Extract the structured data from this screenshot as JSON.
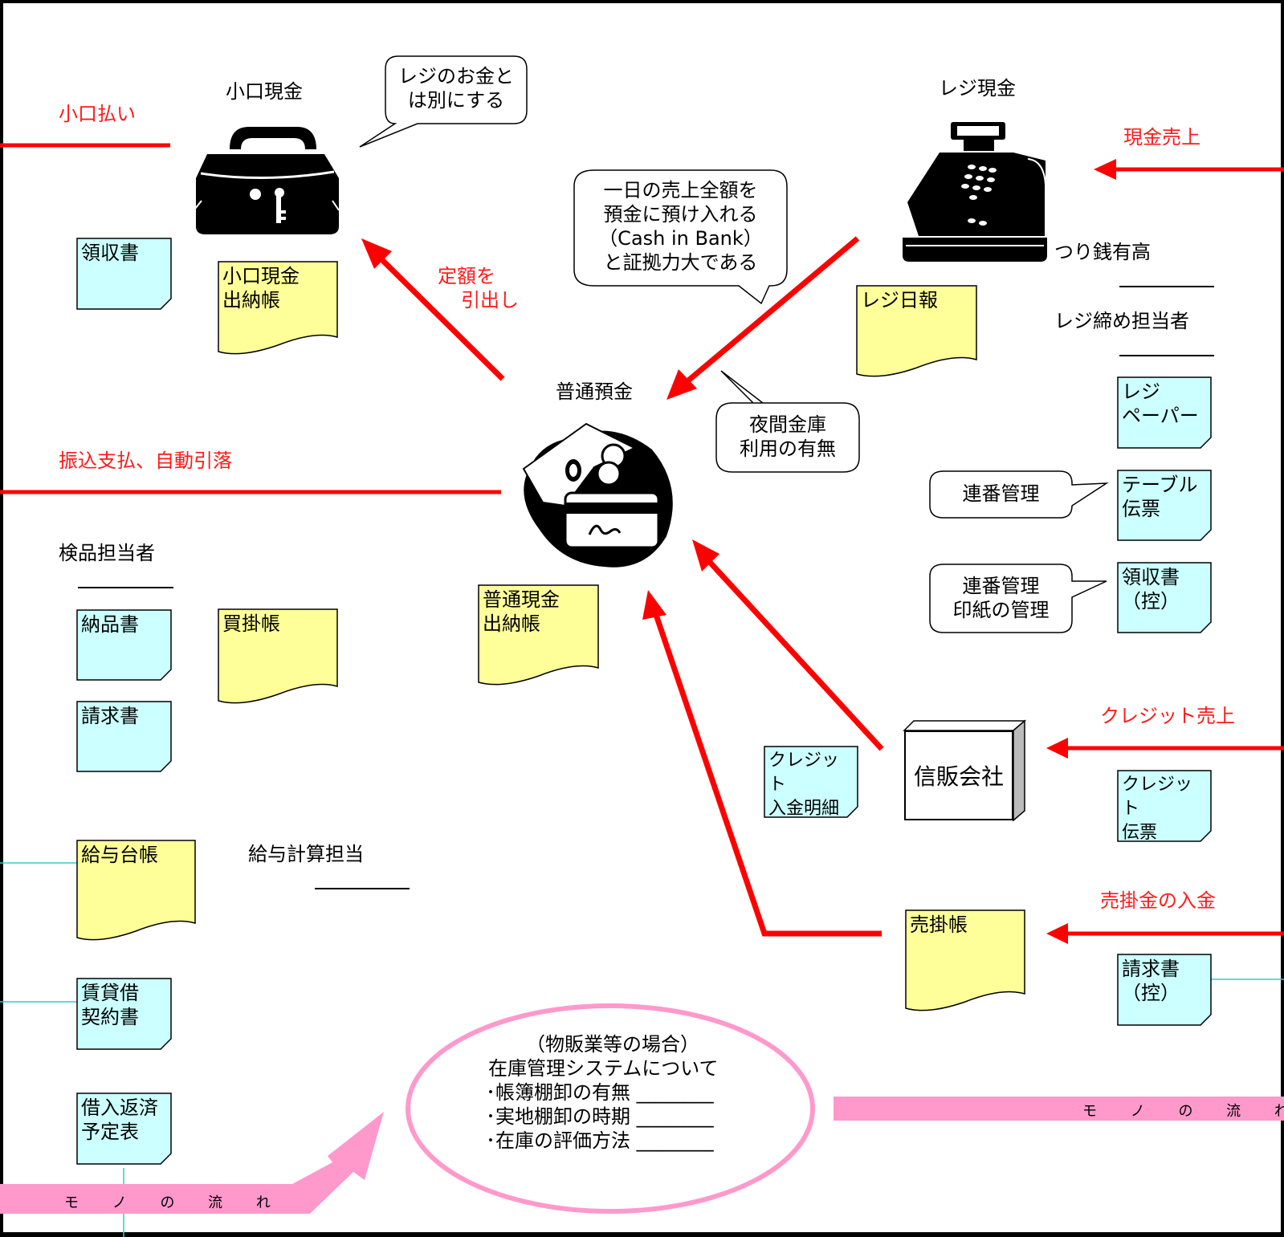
{
  "sections": {
    "petty_cash": "小口現金",
    "register_cash": "レジ現金",
    "ordinary_deposit": "普通預金",
    "credit_company": "信販会社"
  },
  "flows": {
    "petty_payment": "小口払い",
    "fixed_withdrawal_1": "定額を",
    "fixed_withdrawal_2": "引出し",
    "transfer_payment": "振込支払、自動引落",
    "cash_sales": "現金売上",
    "credit_sales": "クレジット売上",
    "receivable_receipt": "売掛金の入金"
  },
  "bubbles": {
    "separate_from_register": [
      "レジのお金と",
      "は別にする"
    ],
    "deposit_daily_sales": [
      "一日の売上全額を",
      "預金に預け入れる",
      "（Cash in Bank）",
      "と証拠力大である"
    ],
    "night_safe": [
      "夜間金庫",
      "利用の有無"
    ],
    "serial_management": [
      "連番管理"
    ],
    "serial_and_stamp": [
      "連番管理",
      "印紙の管理"
    ]
  },
  "labels": {
    "change_balance": "つり銭有高",
    "register_closer": "レジ締め担当者",
    "inspection_staff": "検品担当者",
    "payroll_staff": "給与計算担当"
  },
  "documents": {
    "receipt": [
      "領収書"
    ],
    "petty_cash_book": [
      "小口現金",
      "出納帳"
    ],
    "register_daily_report": [
      "レジ日報"
    ],
    "register_paper": [
      "レジ",
      "ペーパー"
    ],
    "table_slip": [
      "テーブル",
      "伝票"
    ],
    "receipt_copy": [
      "領収書",
      "（控）"
    ],
    "deposit_cash_book": [
      "普通現金",
      "出納帳"
    ],
    "delivery_note": [
      "納品書"
    ],
    "accounts_payable_book": [
      "買掛帳"
    ],
    "invoice": [
      "請求書"
    ],
    "credit_deposit_statement": [
      "クレジット",
      "入金明細"
    ],
    "credit_slip": [
      "クレジット",
      "伝票"
    ],
    "payroll_ledger": [
      "給与台帳"
    ],
    "accounts_receivable_book": [
      "売掛帳"
    ],
    "invoice_copy": [
      "請求書",
      "（控）"
    ],
    "lease_contract": [
      "賃貸借",
      "契約書"
    ],
    "loan_schedule": [
      "借入返済",
      "予定表"
    ]
  },
  "inventory": {
    "heading": "（物販業等の場合）",
    "title": "在庫管理システムについて",
    "items": [
      "･帳簿棚卸の有無 ________",
      "･実地棚卸の時期 ________",
      "･在庫の評価方法 ________"
    ]
  },
  "goods_flow": "モ ノ の 流 れ",
  "colors": {
    "arrow_red": "#ff0000",
    "note_cyan": "#ccffff",
    "note_yellow": "#ffff99",
    "ellipse_pink": "#ff99cc",
    "connector_cyan": "#33cccc"
  },
  "icons": [
    "cash-box-icon",
    "cash-register-icon",
    "bank-money-icon"
  ]
}
